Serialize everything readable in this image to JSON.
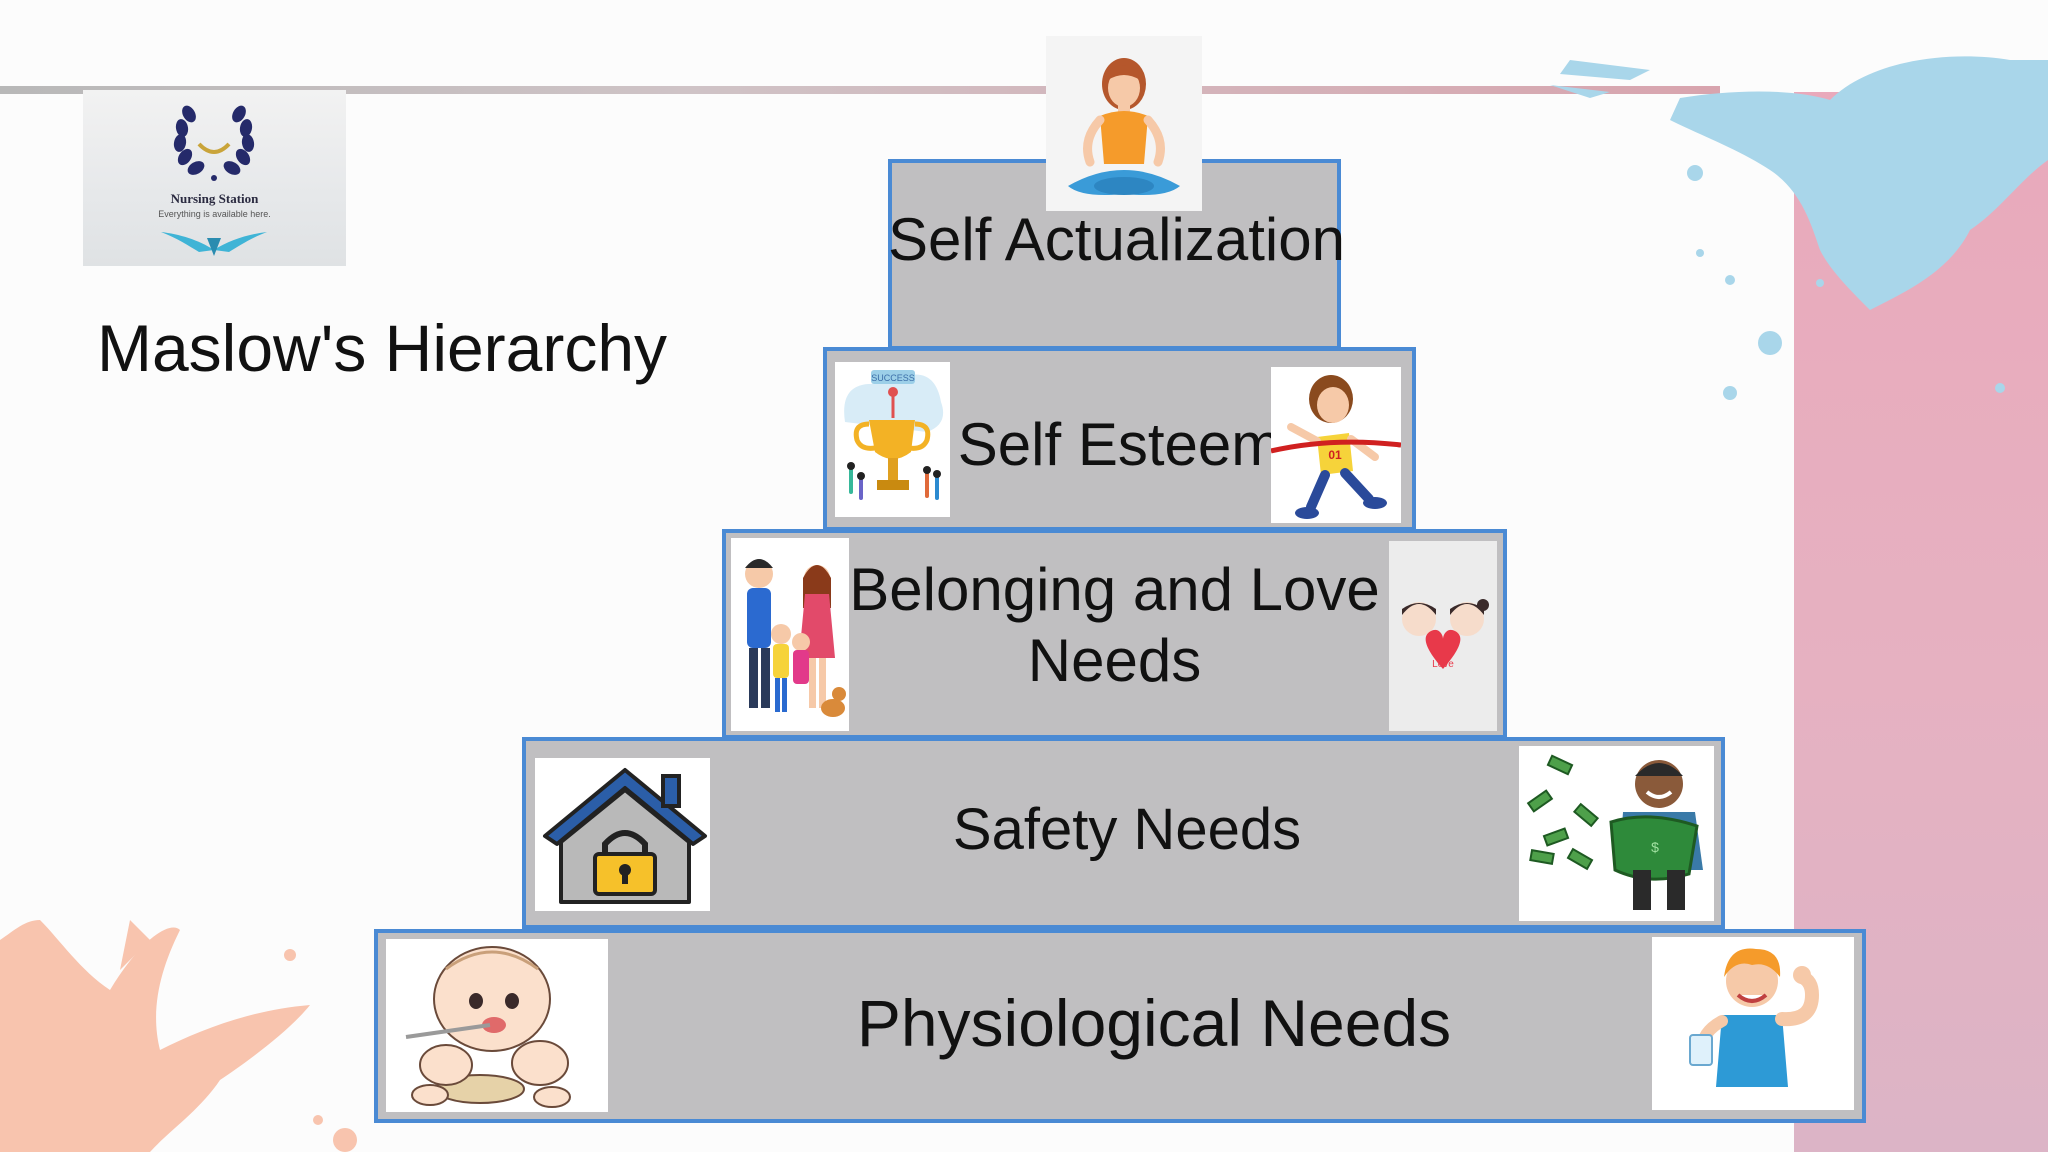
{
  "logo": {
    "name": "Nursing Station",
    "tagline": "Everything is available here."
  },
  "title": "Maslow's Hierarchy",
  "tiers": [
    {
      "label": "Self Actualization",
      "icons": [
        "meditation-icon"
      ]
    },
    {
      "label": "Self Esteem",
      "icons": [
        "trophy-icon",
        "runner-icon"
      ],
      "trophy_text": "SUCCESS",
      "runner_bib": "01"
    },
    {
      "label_line1": "Belonging and Love",
      "label_line2": "Needs",
      "icons": [
        "family-icon",
        "couple-heart-icon"
      ],
      "heart_text": "Love"
    },
    {
      "label": "Safety Needs",
      "icons": [
        "house-lock-icon",
        "money-man-icon"
      ]
    },
    {
      "label": "Physiological Needs",
      "icons": [
        "baby-eating-icon",
        "strong-man-icon"
      ]
    }
  ],
  "colors": {
    "tier_fill": "#c0bfc1",
    "tier_border": "#4a8ad4",
    "pink_panel": "#e9a9bb",
    "blue_splash": "#a9d6ea",
    "peach_splash": "#f8c4ae"
  }
}
